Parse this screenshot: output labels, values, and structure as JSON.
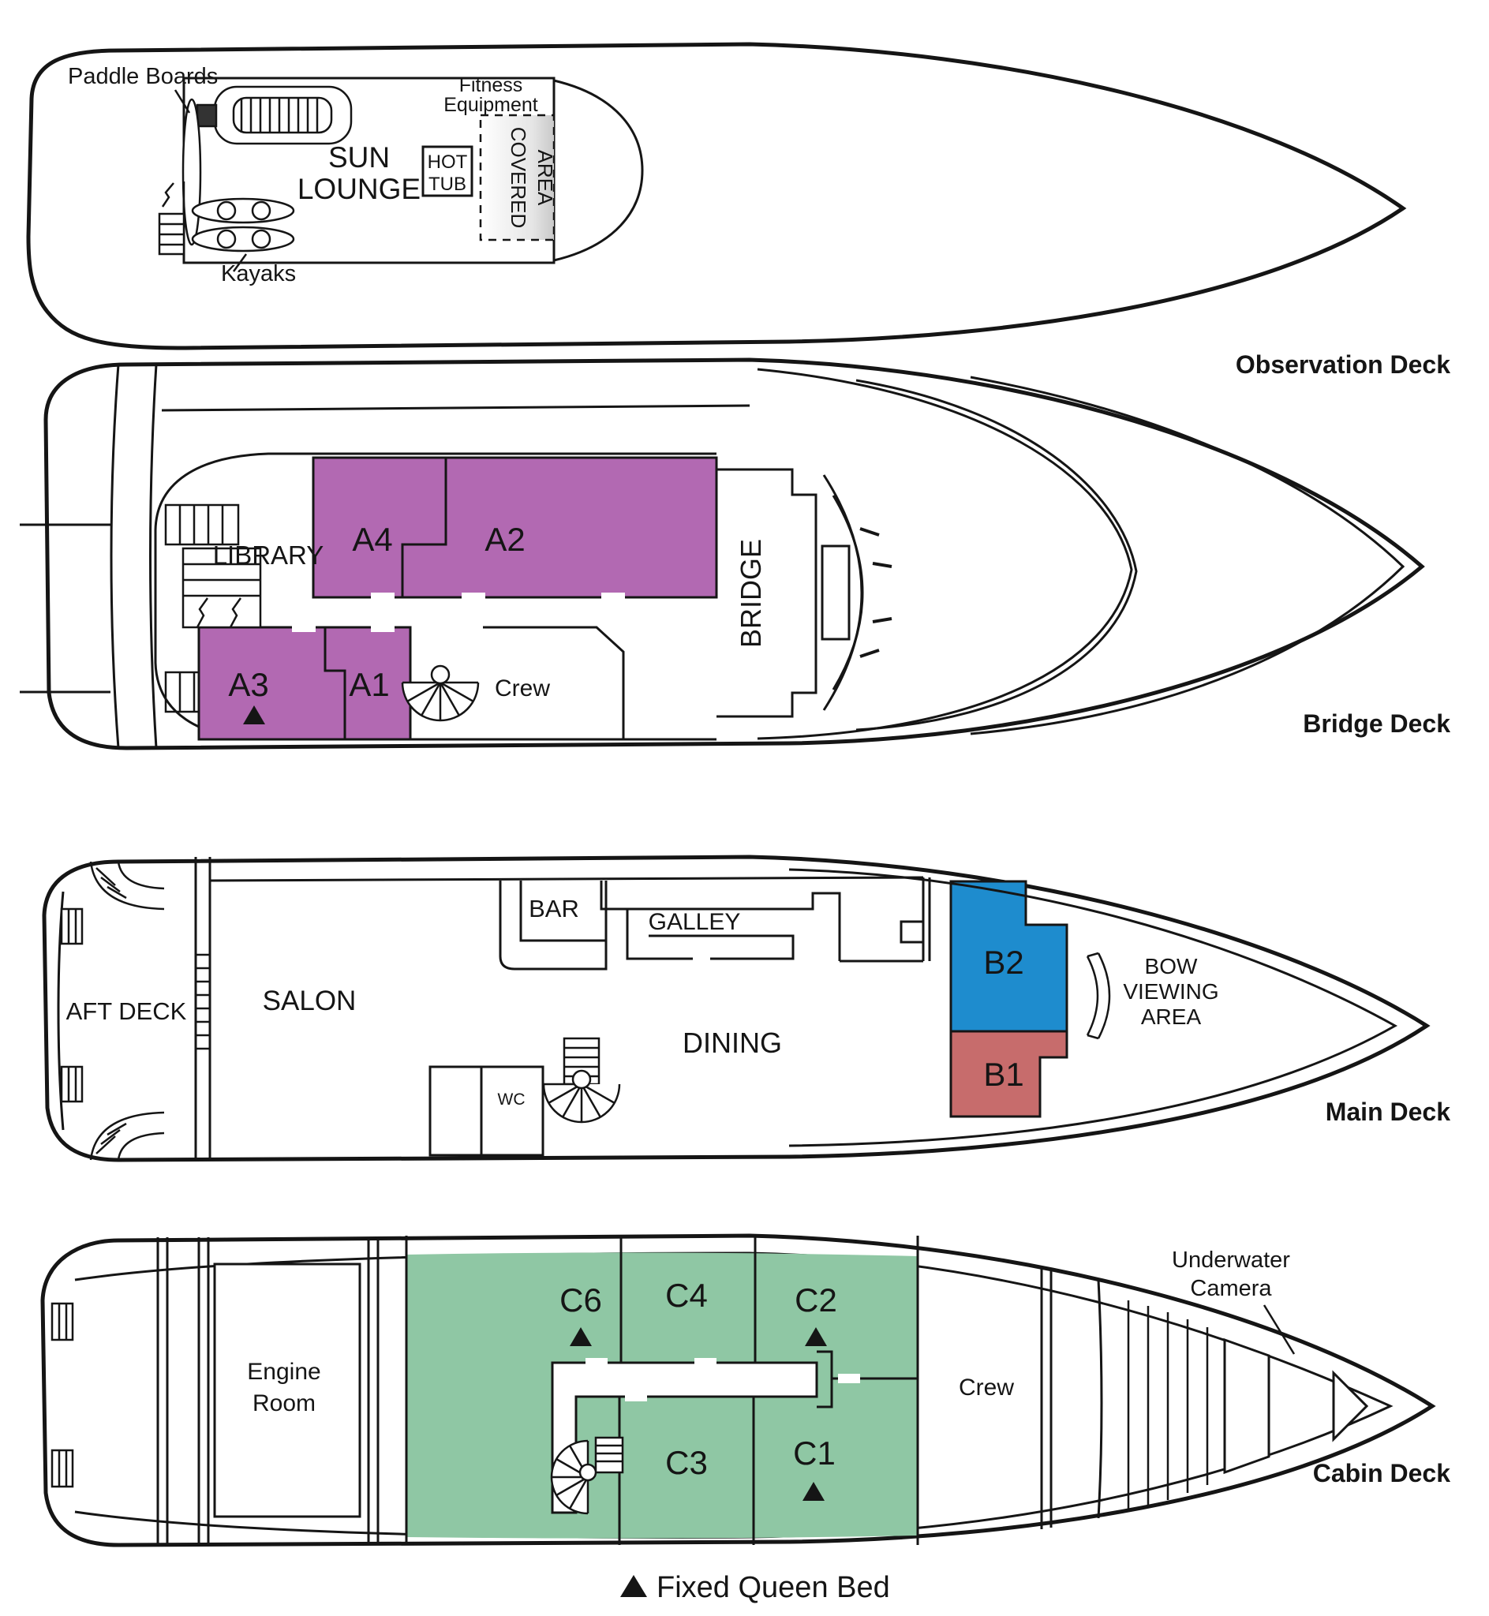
{
  "colors": {
    "cabin_a": "#b269b2",
    "cabin_b2": "#1e8cce",
    "cabin_b1": "#c76c6c",
    "cabin_c": "#8fc7a4",
    "line": "#151515",
    "shade": "#c9c9c9"
  },
  "legend": {
    "marker": "▲",
    "label": "Fixed Queen Bed"
  },
  "decks": [
    {
      "name": "Observation Deck",
      "labels": {
        "paddle_boards": "Paddle Boards",
        "kayaks": "Kayaks",
        "fitness_line1": "Fitness",
        "fitness_line2": "Equipment",
        "sun_line1": "SUN",
        "sun_line2": "LOUNGE",
        "hot_line1": "HOT",
        "hot_line2": "TUB",
        "covered_line1": "COVERED",
        "covered_line2": "AREA"
      }
    },
    {
      "name": "Bridge Deck",
      "labels": {
        "library": "LIBRARY",
        "crew": "Crew",
        "bridge": "BRIDGE"
      },
      "cabins": [
        {
          "id": "A4"
        },
        {
          "id": "A2"
        },
        {
          "id": "A3"
        },
        {
          "id": "A1"
        }
      ]
    },
    {
      "name": "Main Deck",
      "labels": {
        "aft_deck": "AFT DECK",
        "salon": "SALON",
        "bar": "BAR",
        "galley": "GALLEY",
        "dining": "DINING",
        "wc": "WC",
        "bow_line1": "BOW",
        "bow_line2": "VIEWING",
        "bow_line3": "AREA"
      },
      "cabins": [
        {
          "id": "B2"
        },
        {
          "id": "B1"
        }
      ]
    },
    {
      "name": "Cabin Deck",
      "labels": {
        "engine_line1": "Engine",
        "engine_line2": "Room",
        "crew": "Crew",
        "underwater_line1": "Underwater",
        "underwater_line2": "Camera"
      },
      "cabins": [
        {
          "id": "C6"
        },
        {
          "id": "C4"
        },
        {
          "id": "C2"
        },
        {
          "id": "C3"
        },
        {
          "id": "C1"
        }
      ]
    }
  ]
}
